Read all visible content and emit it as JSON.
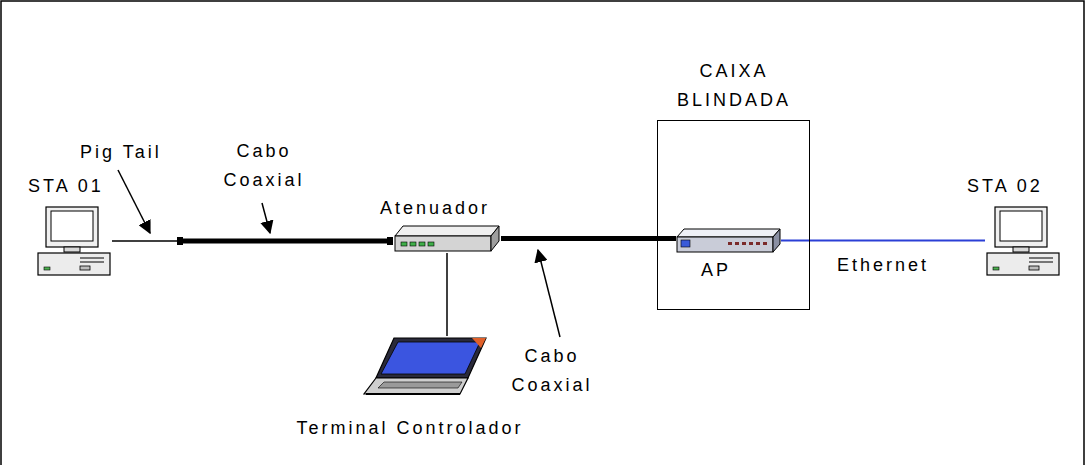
{
  "diagram": {
    "nodes": [
      {
        "text": [
          "STA 01"
        ]
      },
      {
        "text": [
          "Atenuador"
        ]
      },
      {
        "text": [
          "CAIXA BLINDADA"
        ]
      },
      {
        "text": [
          "AP"
        ],
        "in": 2
      },
      {
        "text": [
          "STA 02"
        ]
      },
      {
        "text": [
          "Terminal Controlador"
        ]
      }
    ],
    "edges": [
      {
        "from": 0,
        "to": 1,
        "arrow": "none"
      },
      {
        "from": 1,
        "to": 3,
        "arrow": "none"
      },
      {
        "from": 3,
        "to": 4,
        "label": "Ethernet",
        "arrow": "none"
      },
      {
        "from": 1,
        "to": 5,
        "arrow": "none"
      }
    ],
    "labels": [
      "Pig Tail",
      "Cabo Coaxial",
      "Cabo Coaxial"
    ]
  }
}
